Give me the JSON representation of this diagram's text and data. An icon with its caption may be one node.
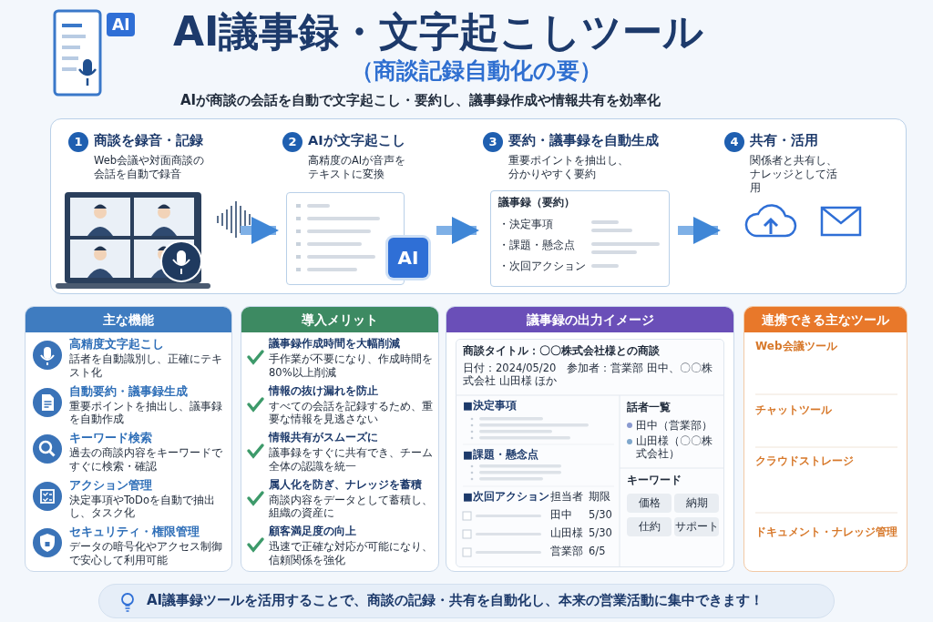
{
  "diagram": {
    "title": "AI議事録・文字起こしツール",
    "nodes": [
      {
        "text": [],
        "shape": "box"
      },
      {
        "text": [
          "1",
          "商談を録音・記録",
          "Web会議や対面商談の会話を自動で録音"
        ],
        "in": 0
      },
      {
        "text": [
          "2",
          "AIが文字起こし",
          "高精度のAIが音声をテキストに変換",
          "AI"
        ],
        "in": 0
      },
      {
        "text": [
          "3",
          "要約・議事録を自動生成",
          "重要ポイントを抽出し、分かりやすく要約",
          "議事録（要約）",
          "・決定事項",
          "・課題・懸念点",
          "・次回アクション"
        ],
        "in": 0
      },
      {
        "text": [
          "4",
          "共有・活用",
          "関係者と共有し、ナレッジとして活用"
        ],
        "in": 0
      },
      {
        "text": [
          "主な機能"
        ]
      },
      {
        "text": [
          "高精度文字起こし",
          "話者を自動識別し、正確にテキスト化"
        ],
        "in": 5
      },
      {
        "text": [
          "自動要約・議事録生成",
          "重要ポイントを抽出し、議事録を自動作成"
        ],
        "in": 5
      },
      {
        "text": [
          "キーワード検索",
          "過去の商談内容をキーワードですぐに検索・確認"
        ],
        "in": 5
      },
      {
        "text": [
          "アクション管理",
          "決定事項やToDoを自動で抽出し、タスク化"
        ],
        "in": 5
      },
      {
        "text": [
          "セキュリティ・権限管理",
          "データの暗号化やアクセス制御で安心して利用可能"
        ],
        "in": 5
      },
      {
        "text": [
          "導入メリット"
        ]
      },
      {
        "text": [
          "議事録作成時間を大幅削減",
          "手作業が不要になり、作成時間を80%以上削減"
        ],
        "in": 11
      },
      {
        "text": [
          "情報の抜け漏れを防止",
          "すべての会話を記録するため、重要な情報を見逃さない"
        ],
        "in": 11
      },
      {
        "text": [
          "情報共有がスムーズに",
          "議事録をすぐに共有でき、チーム全体の認識を統一"
        ],
        "in": 11
      },
      {
        "text": [
          "属人化を防ぎ、ナレッジを蓄積",
          "商談内容をデータとして蓄積し、組織の資産に"
        ],
        "in": 11
      },
      {
        "text": [
          "顧客満足度の向上",
          "迅速で正確な対応が可能になり、信頼関係を強化"
        ],
        "in": 11
      },
      {
        "text": [
          "議事録の出力イメージ"
        ]
      },
      {
        "text": [
          "連携できる主なツール"
        ]
      },
      {
        "text": [
          "AI議事録ツールを活用することで、商談の記録・共有を自動化し、本来の営業活動に集中できます！"
        ]
      }
    ],
    "edges": [
      {
        "from": 1,
        "to": 2,
        "arrow": "to"
      },
      {
        "from": 2,
        "to": 3,
        "arrow": "to"
      },
      {
        "from": 3,
        "to": 4,
        "arrow": "to"
      }
    ],
    "labels": [
      "AI",
      "（商談記録自動化の要）",
      "AIが商談の会話を自動で文字起こし・要約し、議事録作成や情報共有を効率化",
      "商談タイトル：〇〇株式会社様との商談",
      "日付：2024/05/20　参加者：営業部 田中、〇〇株式会社 山田様 ほか",
      "■決定事項",
      "■課題・懸念点",
      "■次回アクション",
      "担当者",
      "期限",
      "田中",
      "5/30",
      "山田様",
      "5/30",
      "営業部",
      "6/5",
      "話者一覧",
      "田中（営業部）",
      "山田様（〇〇株式会社）",
      "キーワード",
      "価格",
      "納期",
      "仕約",
      "サポート",
      "Web会議ツール",
      "チャットツール",
      "クラウドストレージ",
      "ドキュメント・ナレッジ管理"
    ]
  }
}
